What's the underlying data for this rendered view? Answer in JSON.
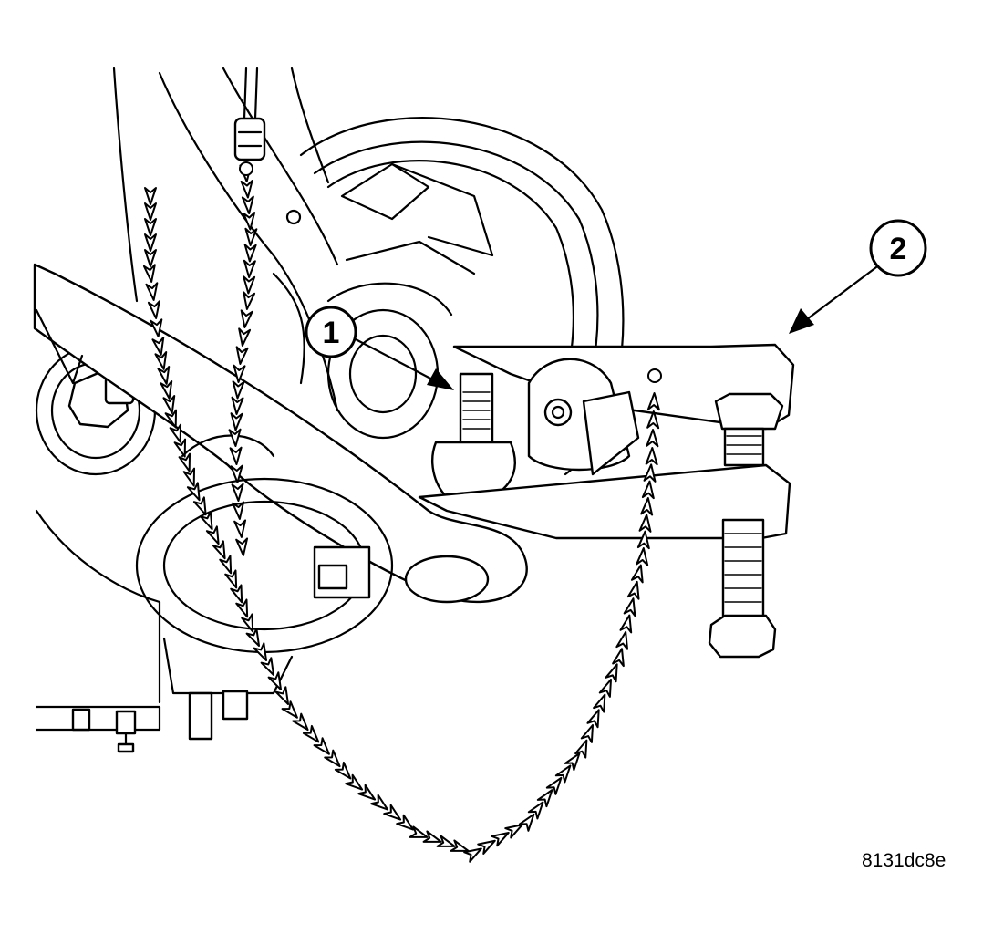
{
  "callouts": [
    {
      "label": "1"
    },
    {
      "label": "2"
    }
  ],
  "figure_id": "8131dc8e",
  "colors": {
    "ink": "#000000",
    "paper": "#ffffff"
  }
}
